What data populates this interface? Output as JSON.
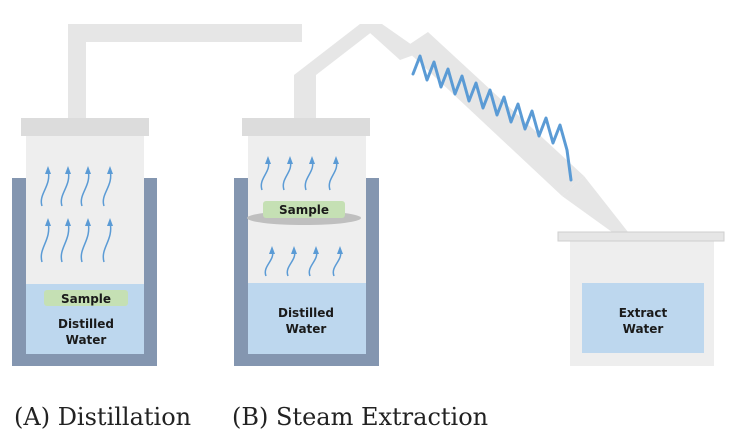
{
  "diagram": {
    "panel_a": {
      "caption": "(A) Distillation",
      "sample_label": "Sample",
      "water_label_line1": "Distilled",
      "water_label_line2": "Water"
    },
    "panel_b": {
      "caption": "(B) Steam Extraction",
      "sample_label": "Sample",
      "water_label_line1": "Distilled",
      "water_label_line2": "Water"
    },
    "receiver": {
      "label_line1": "Extract",
      "label_line2": "Water"
    }
  },
  "colors": {
    "pipe": "#e6e6e6",
    "pipe_edge": "#cfcfcf",
    "jar_body": "#eeeeee",
    "lid": "#dcdcdc",
    "jacket": "#8496b0",
    "water": "#bdd7ee",
    "sample": "#c5e0b4",
    "shelf": "#bfbfbf",
    "steam_arrow": "#5b9bd5",
    "coil": "#5b9bd5"
  }
}
